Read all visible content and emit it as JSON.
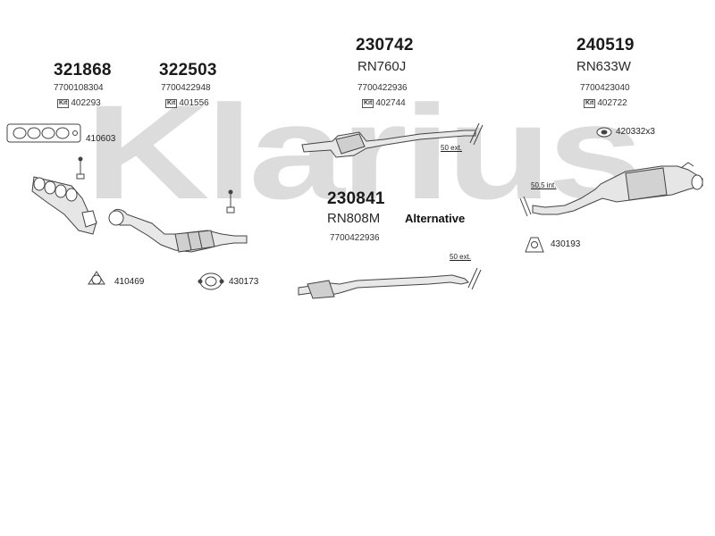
{
  "watermark": {
    "text": "Klarius",
    "color": "#d8d8d8"
  },
  "parts": {
    "p321868": {
      "number": "321868",
      "oem": "7700108304",
      "kit": "402293"
    },
    "p322503": {
      "number": "322503",
      "oem": "7700422948",
      "kit": "401556"
    },
    "p230742": {
      "number": "230742",
      "code": "RN760J",
      "oem": "7700422936",
      "kit": "402744"
    },
    "p240519": {
      "number": "240519",
      "code": "RN633W",
      "oem": "7700423040",
      "kit": "402722"
    },
    "p230841": {
      "number": "230841",
      "code": "RN808M",
      "oem": "7700422936",
      "alternative": "Alternative"
    }
  },
  "kit_badge": "Kit",
  "fittings": {
    "f410603": "410603",
    "f410469": "410469",
    "f430173": "430173",
    "f430193": "430193",
    "f420332": "420332x3"
  },
  "extension_labels": {
    "ext_front": "50 ext.",
    "ext_rear": "50,5 int.",
    "ext_alt": "50 ext."
  },
  "colors": {
    "pipe": "#b8b8b8",
    "outline": "#444444"
  }
}
